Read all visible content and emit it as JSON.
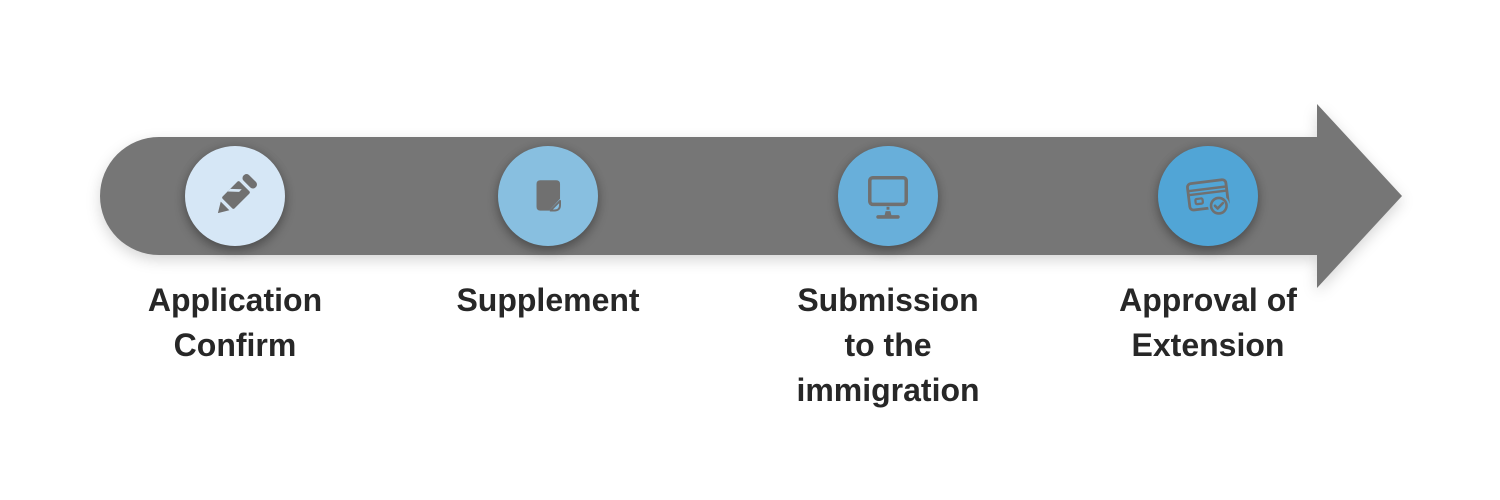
{
  "diagram": {
    "type": "process-flow-arrow",
    "direction": "right",
    "background_color": "#ffffff",
    "arrow_color": "#767676",
    "icon_color": "#707070",
    "text_color": "#272727"
  },
  "steps": [
    {
      "name": "application-confirm",
      "icon": "pencil-icon",
      "circle_color": "#d6e7f6",
      "label": "Application Confirm",
      "lines": [
        "Application",
        "Confirm"
      ]
    },
    {
      "name": "supplement",
      "icon": "document-icon",
      "circle_color": "#88bfe0",
      "label": "Supplement",
      "lines": [
        "Supplement"
      ]
    },
    {
      "name": "submission-to-the-immigration",
      "icon": "monitor-icon",
      "circle_color": "#68afda",
      "label": "Submission to the immigration",
      "lines": [
        "Submission",
        "to the",
        "immigration"
      ]
    },
    {
      "name": "approval-of-extension",
      "icon": "credit-card-check-icon",
      "circle_color": "#51a5d6",
      "label": "Approval of Extension",
      "lines": [
        "Approval of",
        "Extension"
      ]
    }
  ]
}
